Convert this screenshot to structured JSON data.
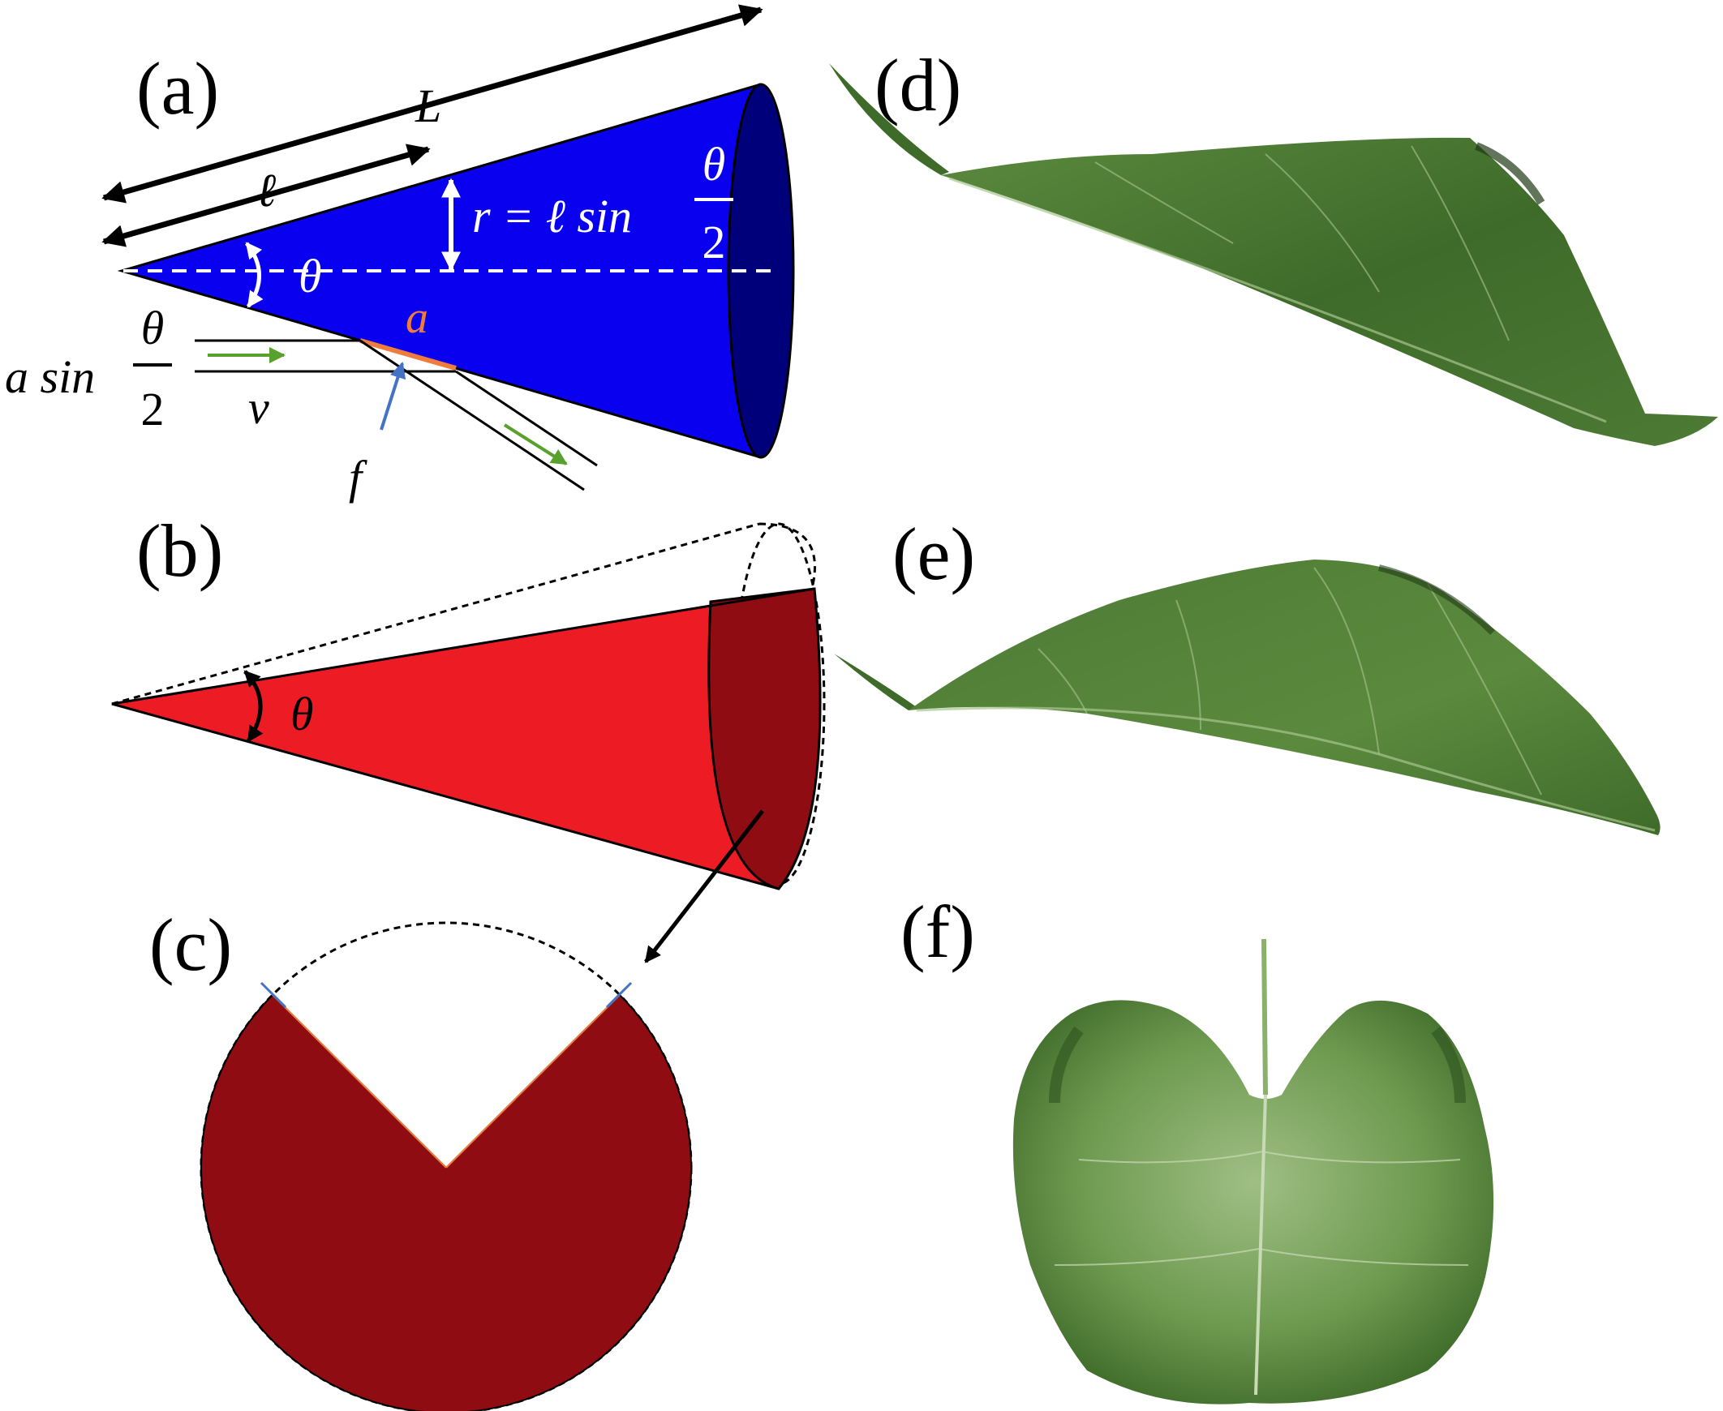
{
  "panels": {
    "a": "(a)",
    "b": "(b)",
    "c": "(c)",
    "d": "(d)",
    "e": "(e)",
    "f": "(f)"
  },
  "panel_a": {
    "label_L": "L",
    "label_ell": "ℓ",
    "label_r_lhs": "r = ℓ sin",
    "frac_num": "θ",
    "frac_den": "2",
    "label_theta": "θ",
    "label_a": "a",
    "label_asin_lhs": "a sin",
    "asin_num": "θ",
    "asin_den": "2",
    "label_v": "v",
    "label_f": "f"
  },
  "panel_b": {
    "label_theta": "θ"
  },
  "colors": {
    "cone_blue": "#0a00f0",
    "cone_blue_base": "#00007a",
    "cone_red": "#ed1c24",
    "cone_red_base": "#8e0c12",
    "sector": "#8e0c12",
    "label_a": "#f07c3c",
    "flow_arrow": "#5aa02c",
    "force_arrow": "#4472c4",
    "leaf_dark": "#3f6b2a",
    "leaf_mid": "#5b8a3e",
    "leaf_light": "#8bb06a"
  },
  "icons": {
    "leaf_d": "leaf-side-view",
    "leaf_e": "leaf-side-view",
    "leaf_f": "leaf-front-view"
  }
}
